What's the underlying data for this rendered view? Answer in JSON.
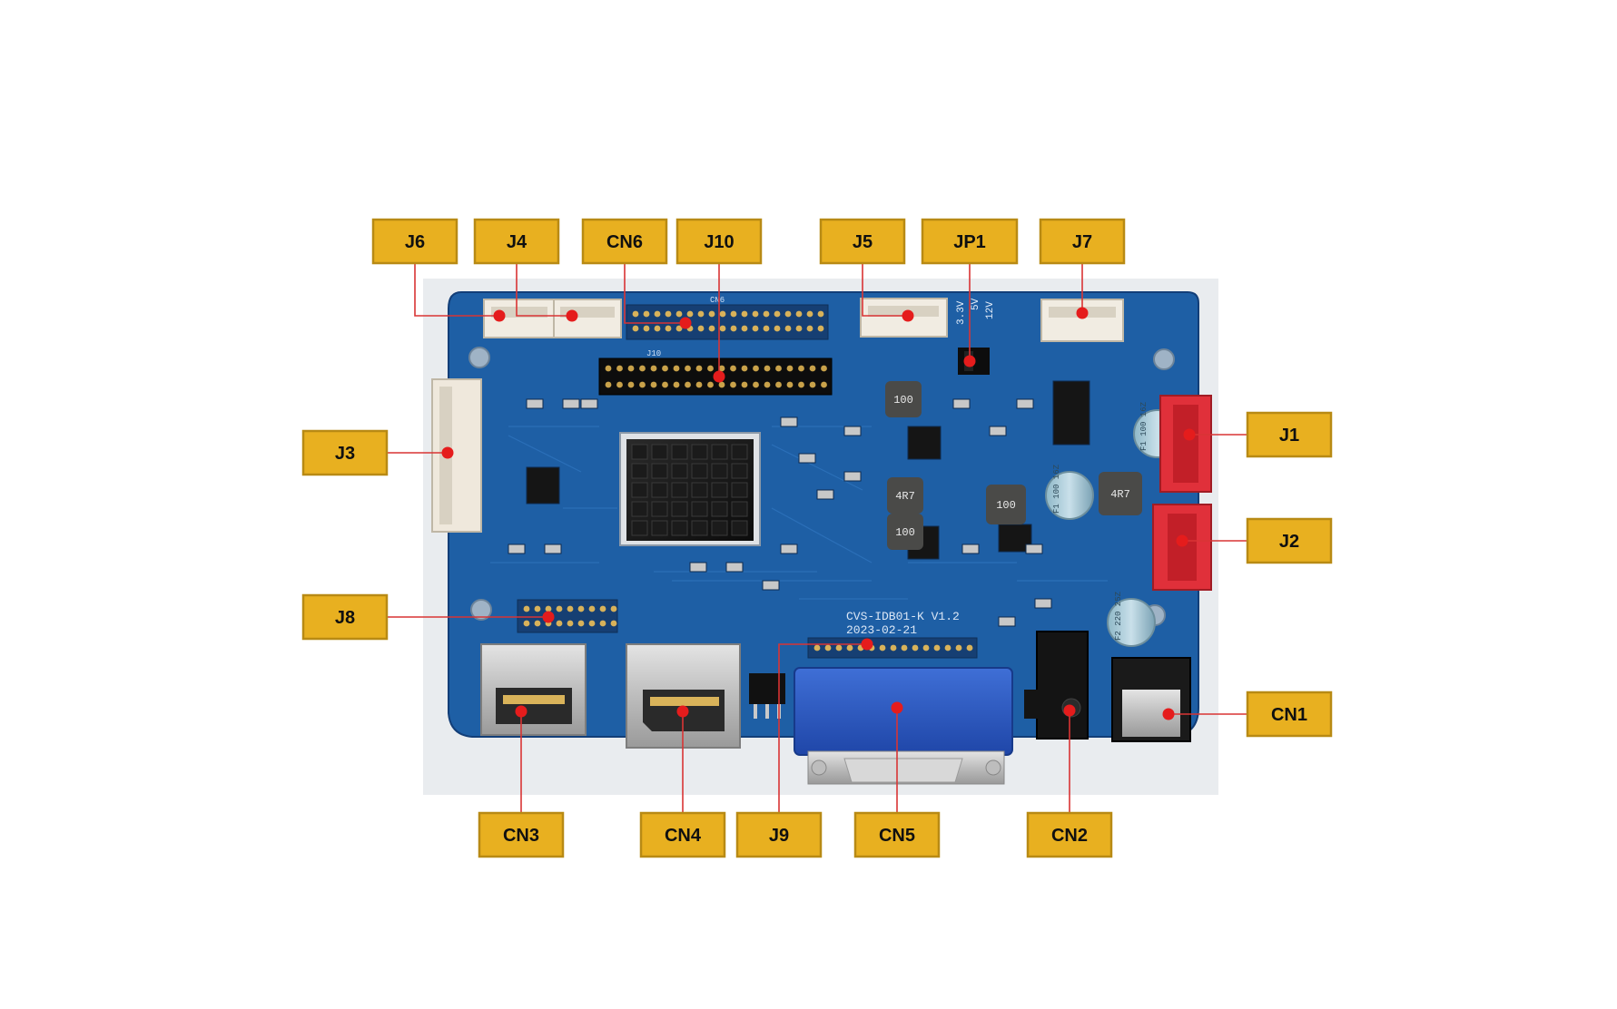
{
  "colors": {
    "label_fill": "#E8B020",
    "label_border": "#B88A14",
    "label_text": "#101010",
    "leader_line": "#D93434",
    "pointer_dot": "#E51C1C",
    "pcb": "#1E5FA5",
    "pcb_dark": "#123E78",
    "photo_bg": "#E9ECEF"
  },
  "board_silkscreen": {
    "model": "CVS-IDB01-K V1.2",
    "date": "2023-02-21",
    "jp1_voltages": [
      "3.3V",
      "5V",
      "12V"
    ],
    "inductor_marks": [
      "100",
      "4R7",
      "100",
      "100",
      "4R7"
    ],
    "capacitor_marks": [
      "F1 100 16Z",
      "F1 100 16Z",
      "F2 220 25Z"
    ],
    "header_marks": [
      "CN6",
      "J10"
    ]
  },
  "labels": [
    {
      "id": "J6",
      "text": "J6"
    },
    {
      "id": "J4",
      "text": "J4"
    },
    {
      "id": "CN6",
      "text": "CN6"
    },
    {
      "id": "J10",
      "text": "J10"
    },
    {
      "id": "J5",
      "text": "J5"
    },
    {
      "id": "JP1",
      "text": "JP1"
    },
    {
      "id": "J7",
      "text": "J7"
    },
    {
      "id": "J3",
      "text": "J3"
    },
    {
      "id": "J8",
      "text": "J8"
    },
    {
      "id": "J1",
      "text": "J1"
    },
    {
      "id": "J2",
      "text": "J2"
    },
    {
      "id": "CN1",
      "text": "CN1"
    },
    {
      "id": "CN3",
      "text": "CN3"
    },
    {
      "id": "CN4",
      "text": "CN4"
    },
    {
      "id": "J9",
      "text": "J9"
    },
    {
      "id": "CN5",
      "text": "CN5"
    },
    {
      "id": "CN2",
      "text": "CN2"
    }
  ]
}
